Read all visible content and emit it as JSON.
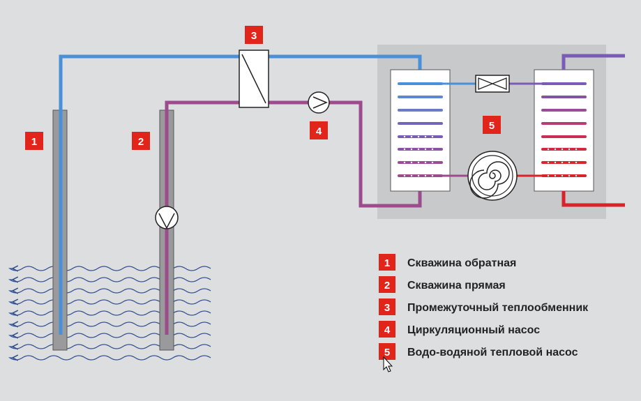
{
  "markers": {
    "m1": "1",
    "m2": "2",
    "m3": "3",
    "m4": "4",
    "m5": "5"
  },
  "legend": [
    {
      "num": "1",
      "label": "Скважина обратная"
    },
    {
      "num": "2",
      "label": "Скважина прямая"
    },
    {
      "num": "3",
      "label": "Промежуточный теплообменник"
    },
    {
      "num": "4",
      "label": "Циркуляционный насос"
    },
    {
      "num": "5",
      "label": "Водо-водяной тепловой насос"
    }
  ],
  "colors": {
    "background": "#dcdee0",
    "badge": "#e1251b",
    "cold_pipe": "#4a90d9",
    "warm_pipe": "#9c4b8c",
    "hot_pipe": "#d8232a",
    "violet_pipe": "#7a5cb6",
    "unit_box": "#c8c9cb",
    "well_casing": "#9a9a9c",
    "water_wave": "#2f4f8f"
  },
  "icons": [
    "heat-exchanger-icon",
    "circulation-pump-icon",
    "expansion-valve-icon",
    "compressor-icon",
    "cursor-icon"
  ]
}
